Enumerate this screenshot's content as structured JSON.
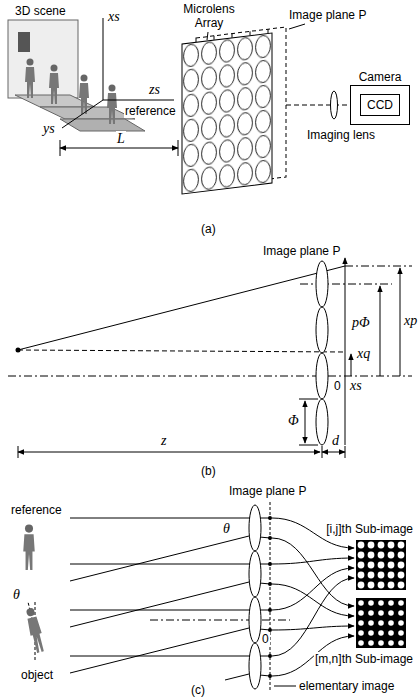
{
  "diagram": {
    "nodes": [
      {
        "text": [
          "Camera"
        ]
      },
      {
        "text": [
          "CCD"
        ],
        "in": 0
      },
      {
        "text": [
          "[i,j]th Sub-image"
        ]
      },
      {
        "text": [
          "[m,n]th Sub-image"
        ]
      }
    ],
    "labels": [
      "3D scene",
      "xs",
      "Microlens Array",
      "Image plane P",
      "zs",
      "reference",
      "ys",
      "L",
      "Imaging lens",
      "(a)",
      "Image plane P",
      "xp",
      "pΦ",
      "xq",
      "0",
      "xs",
      "Φ",
      "d",
      "z",
      "(b)",
      "Image plane P",
      "reference",
      "θ",
      "θ",
      "object",
      "0",
      "elementary image",
      "(c)"
    ]
  }
}
